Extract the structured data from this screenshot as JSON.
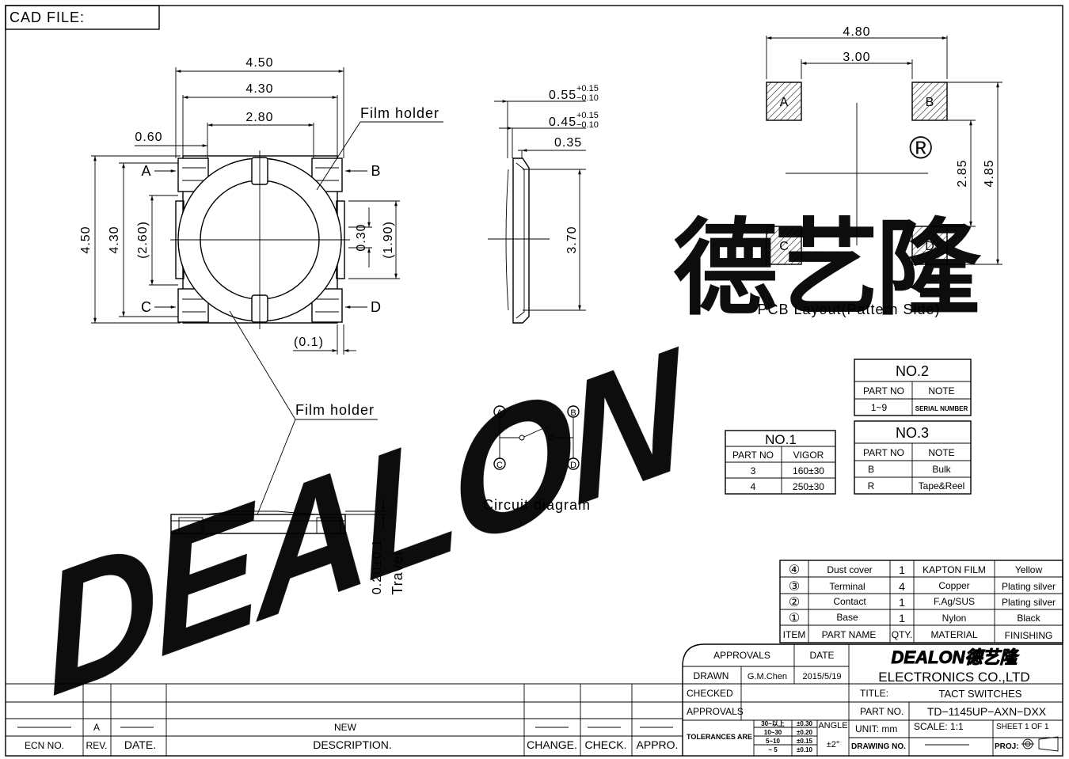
{
  "cad_file_label": "CAD FILE:",
  "dims": {
    "top_450": "4.50",
    "top_430": "4.30",
    "top_280": "2.80",
    "left_060": "0.60",
    "left_450": "4.50",
    "left_430": "4.30",
    "left_260": "(2.60)",
    "right_030": "0.30",
    "right_190": "(1.90)",
    "bottom_01": "(0.1)",
    "side_055": "0.55",
    "side_055_tol_up": "+0.15",
    "side_055_tol_dn": "−0.10",
    "side_045": "0.45",
    "side_045_tol_up": "+0.15",
    "side_045_tol_dn": "−0.10",
    "side_035": "0.35",
    "side_370": "3.70",
    "pcb_480": "4.80",
    "pcb_300": "3.00",
    "pcb_285": "2.85",
    "pcb_485": "4.85",
    "travel_val": "0.20±0.1",
    "travel_label": "Travel"
  },
  "labels": {
    "film_holder_top": "Film  holder",
    "film_holder_bottom": "Film  holder",
    "pin_a": "A",
    "pin_b": "B",
    "pin_c": "C",
    "pin_d": "D",
    "pcb_title": "PCB  Layout(Pattern  Side)",
    "circuit_title": "Circuit  diagram",
    "circ_a": "A",
    "circ_b": "B",
    "circ_c": "C",
    "circ_d": "D"
  },
  "watermark": {
    "text": "DEALON",
    "cjk": "德艺隆",
    "reg": "®",
    "color": "#5ff0ff"
  },
  "table_no1": {
    "title": "NO.1",
    "headers": [
      "PART  NO",
      "VIGOR"
    ],
    "rows": [
      [
        "3",
        "160±30"
      ],
      [
        "4",
        "250±30"
      ]
    ]
  },
  "table_no2": {
    "title": "NO.2",
    "headers": [
      "PART  NO",
      "NOTE"
    ],
    "rows": [
      [
        "1~9",
        "SERIAL NUMBER"
      ]
    ]
  },
  "table_no3": {
    "title": "NO.3",
    "headers": [
      "PART  NO",
      "NOTE"
    ],
    "rows": [
      [
        "B",
        "Bulk"
      ],
      [
        "R",
        "Tape&Reel"
      ]
    ]
  },
  "bom": {
    "rows": [
      {
        "item": "④",
        "name": "Dust  cover",
        "qty": "1",
        "material": "KAPTON  FILM",
        "finish": "Yellow"
      },
      {
        "item": "③",
        "name": "Terminal",
        "qty": "4",
        "material": "Copper",
        "finish": "Plating  silver"
      },
      {
        "item": "②",
        "name": "Contact",
        "qty": "1",
        "material": "F.Ag/SUS",
        "finish": "Plating  silver"
      },
      {
        "item": "①",
        "name": "Base",
        "qty": "1",
        "material": "Nylon",
        "finish": "Black"
      }
    ],
    "header": {
      "item": "ITEM",
      "name": "PART  NAME",
      "qty": "QTY.",
      "material": "MATERIAL",
      "finish": "FINISHING"
    }
  },
  "title_block": {
    "approvals": "APPROVALS",
    "date": "DATE",
    "drawn": "DRAWN",
    "drawn_by": "G.M.Chen",
    "drawn_date": "2015/5/19",
    "checked": "CHECKED",
    "approvals2": "APPROVALS",
    "tolerances": "TOLERANCES  ARE",
    "tol_ranges": [
      "30~以上",
      "10~30",
      "5~10",
      "~  5"
    ],
    "tol_values": [
      "±0.30",
      "±0.20",
      "±0.15",
      "±0.10"
    ],
    "angle": "ANGLE",
    "angle_val": "±2°",
    "company_logo": "DEALON德艺隆",
    "company": "ELECTRONICS  CO.,LTD",
    "title_label": "TITLE:",
    "title_val": "TACT  SWITCHES",
    "part_no_label": "PART  NO.",
    "part_no_val": "TD−1145UP−AXN−DXX",
    "unit": "UNIT:  mm",
    "scale": "SCALE:    1:1",
    "sheet": "SHEET    1  OF  1",
    "drawing_no": "DRAWING  NO.",
    "proj": "PROJ:"
  },
  "revision": {
    "row_rev": "A",
    "row_desc": "NEW",
    "h_ecn": "ECN  NO.",
    "h_rev": "REV.",
    "h_date": "DATE.",
    "h_desc": "DESCRIPTION.",
    "h_change": "CHANGE.",
    "h_check": "CHECK.",
    "h_appro": "APPRO."
  }
}
